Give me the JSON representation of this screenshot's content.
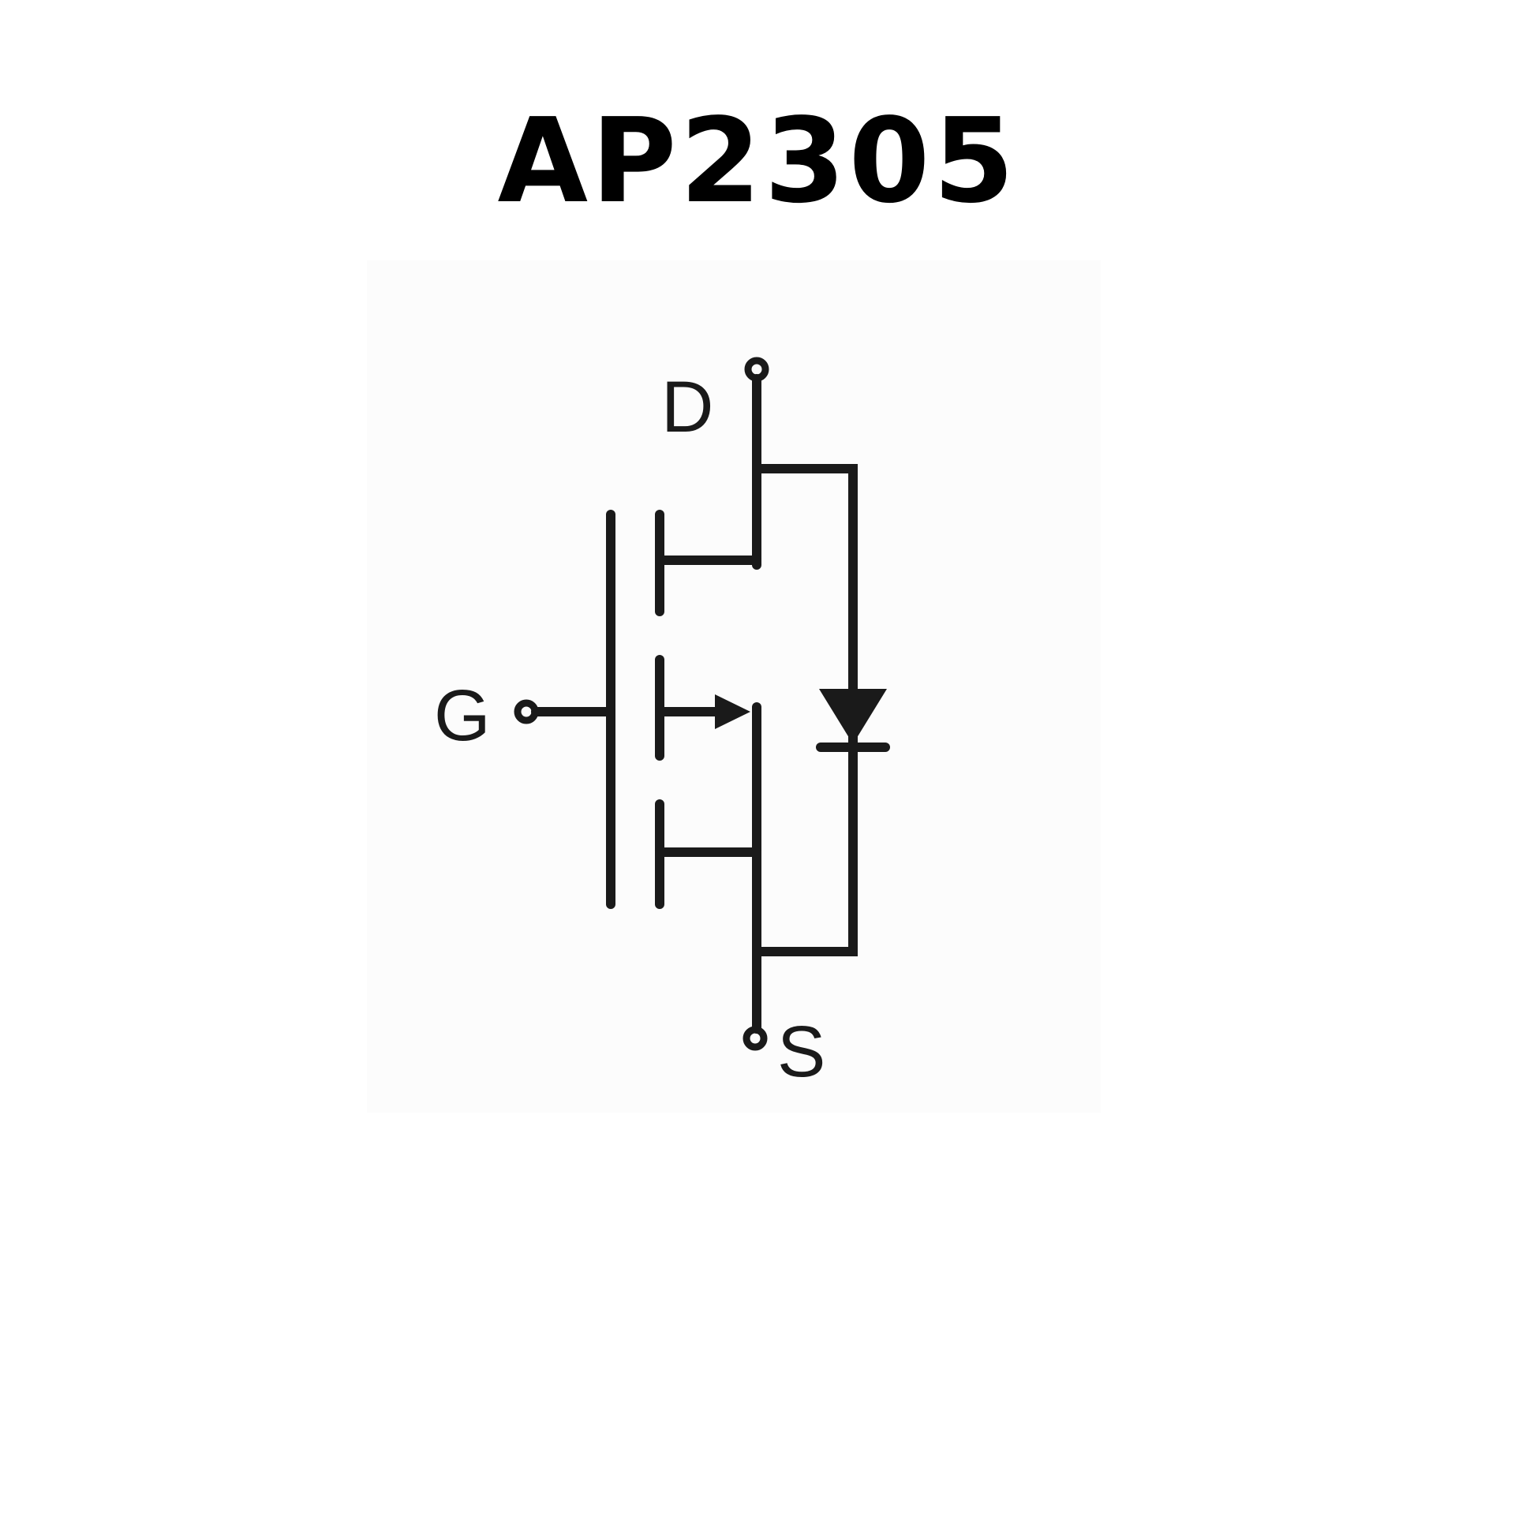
{
  "title": "AP2305",
  "terminals": {
    "drain": "D",
    "gate": "G",
    "source": "S"
  },
  "colors": {
    "stroke": "#1a1a1a",
    "background": "#ffffff"
  }
}
